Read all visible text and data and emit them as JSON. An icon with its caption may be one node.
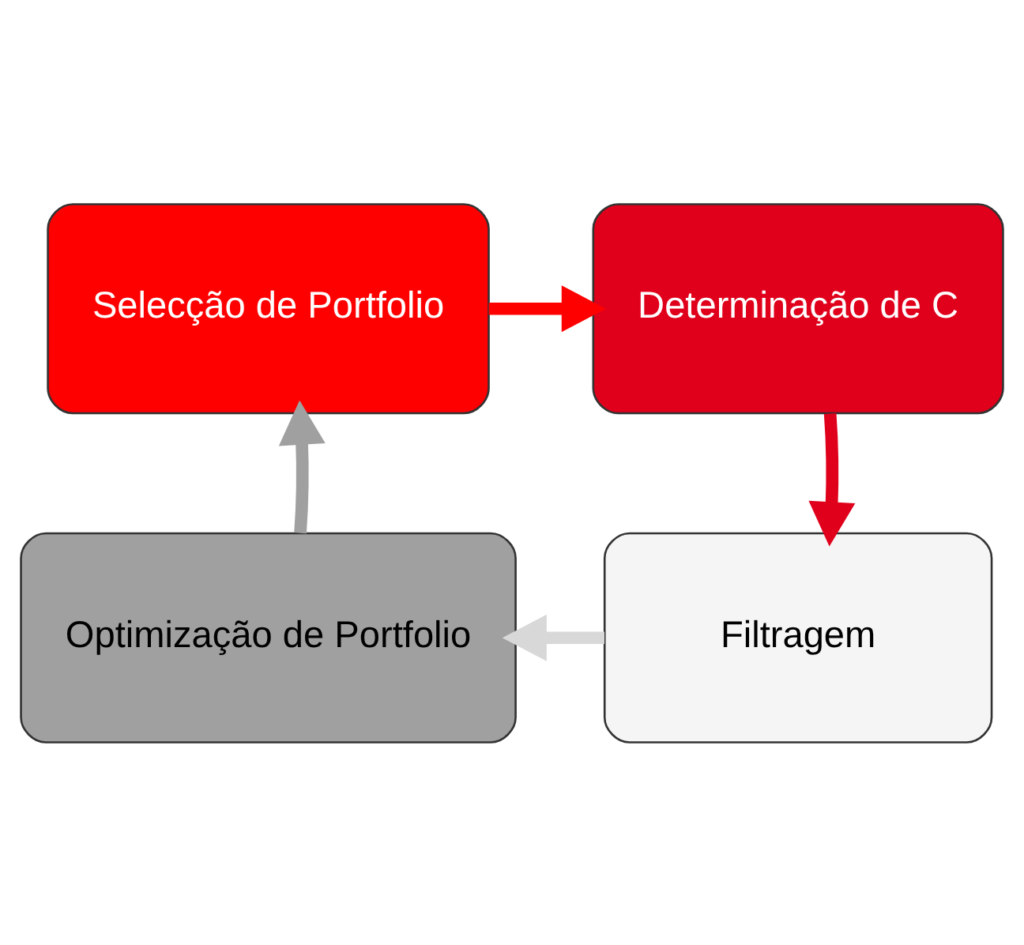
{
  "diagram": {
    "nodes": [
      {
        "text": [
          "Selecção de Portfolio"
        ]
      },
      {
        "text": [
          "Determinação de C"
        ]
      },
      {
        "text": [
          "Filtragem"
        ]
      },
      {
        "text": [
          "Optimização de Portfolio"
        ]
      }
    ],
    "edges": [
      {
        "from": 0,
        "to": 1,
        "arrow": "to",
        "color": "#ff0000"
      },
      {
        "from": 1,
        "to": 2,
        "arrow": "to",
        "color": "#e0001b"
      },
      {
        "from": 2,
        "to": 3,
        "arrow": "to",
        "color": "#d8d8d8"
      },
      {
        "from": 3,
        "to": 0,
        "arrow": "to",
        "color": "#a0a0a0"
      }
    ]
  }
}
